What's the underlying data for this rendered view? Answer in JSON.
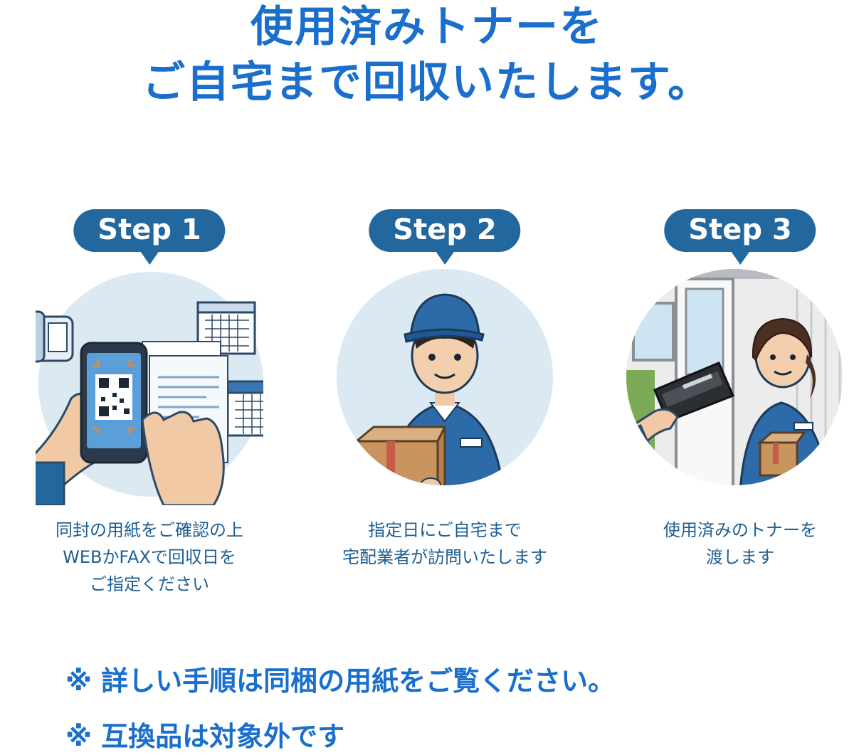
{
  "headline": {
    "line1": "使用済みトナーを",
    "line2": "ご自宅まで回収いたします。"
  },
  "steps": [
    {
      "badge": "Step 1",
      "caption": [
        "同封の用紙をご確認の上",
        "WEBかFAXで回収日を",
        "ご指定ください"
      ]
    },
    {
      "badge": "Step 2",
      "caption": [
        "指定日にご自宅まで",
        "宅配業者が訪問いたします"
      ]
    },
    {
      "badge": "Step 3",
      "caption": [
        "使用済みのトナーを",
        "渡します"
      ]
    }
  ],
  "notes": [
    "※ 詳しい手順は同梱の用紙をご覧ください。",
    "※ 互換品は対象外です"
  ],
  "colors": {
    "headline": "#1a6fcc",
    "badge": "#22679e",
    "caption": "#1f5f93",
    "circle": "#dbe9f3"
  }
}
